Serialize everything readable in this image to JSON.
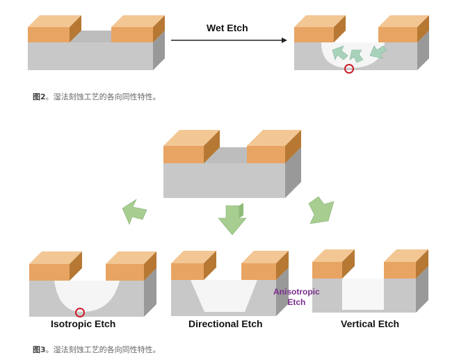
{
  "figure2": {
    "arrow_label": "Wet Etch",
    "caption_prefix": "图2",
    "caption_text": "。湿法刻蚀工艺的各向同性特性。"
  },
  "figure3": {
    "labels": {
      "isotropic": "Isotropic Etch",
      "directional": "Directional Etch",
      "vertical": "Vertical Etch",
      "anisotropic_line1": "Anisotropic",
      "anisotropic_line2": "Etch"
    },
    "caption_prefix": "图3",
    "caption_text": "。湿法刻蚀工艺的各向同性特性。"
  },
  "colors": {
    "mask_front": "#e8a463",
    "mask_top": "#f2c794",
    "mask_side": "#b67833",
    "substrate_front": "#c8c8c8",
    "substrate_top": "#e4e4e4",
    "substrate_side": "#999999",
    "etch_arrow": "#a8d2b9",
    "ion_arrow": "#a7cd90",
    "marker_circle": "#cc1d2b",
    "anisotropic_text": "#7a2e8e"
  }
}
